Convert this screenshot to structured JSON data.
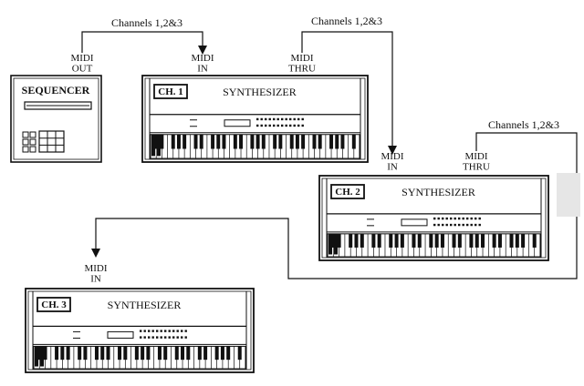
{
  "diagram": {
    "sequencer": {
      "title": "SEQUENCER",
      "port_out_label": "MIDI\nOUT"
    },
    "synths": [
      {
        "channel_badge": "CH. 1",
        "title": "SYNTHESIZER",
        "in_label": "MIDI\nIN",
        "thru_label": "MIDI\nTHRU"
      },
      {
        "channel_badge": "CH. 2",
        "title": "SYNTHESIZER",
        "in_label": "MIDI\nIN",
        "thru_label": "MIDI\nTHRU"
      },
      {
        "channel_badge": "CH. 3",
        "title": "SYNTHESIZER",
        "in_label": "MIDI\nIN"
      }
    ],
    "connections": [
      {
        "from": "sequencer-midi-out",
        "to": "synth-1-midi-in",
        "label": "Channels 1,2&3"
      },
      {
        "from": "synth-1-midi-thru",
        "to": "synth-2-midi-in",
        "label": "Channels 1,2&3"
      },
      {
        "from": "synth-2-midi-thru",
        "to": "synth-3-midi-in",
        "label": "Channels 1,2&3"
      }
    ]
  }
}
